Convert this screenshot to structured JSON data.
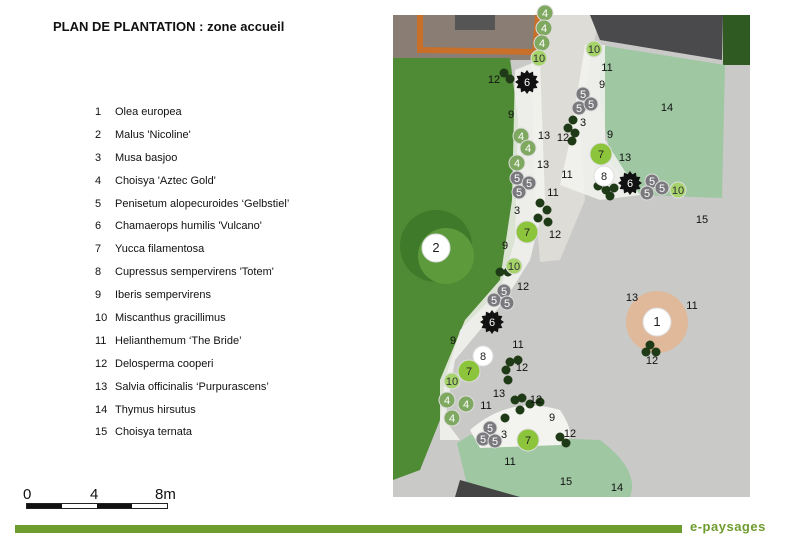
{
  "title": "PLAN DE PLANTATION : zone accueil",
  "legend": [
    {
      "num": "1",
      "name": "Olea europea"
    },
    {
      "num": "2",
      "name": "Malus 'Nicoline'"
    },
    {
      "num": "3",
      "name": "Musa basjoo"
    },
    {
      "num": "4",
      "name": "Choisya 'Aztec Gold'"
    },
    {
      "num": "5",
      "name": "Penisetum alopecuroides ‘Gelbstiel’"
    },
    {
      "num": "6",
      "name": "Chamaerops humilis 'Vulcano'"
    },
    {
      "num": "7",
      "name": "Yucca filamentosa"
    },
    {
      "num": "8",
      "name": "Cupressus sempervirens 'Totem'"
    },
    {
      "num": "9",
      "name": "Iberis sempervirens"
    },
    {
      "num": "10",
      "name": "Miscanthus gracillimus"
    },
    {
      "num": "11",
      "name": "Helianthemum ‘The Bride’"
    },
    {
      "num": "12",
      "name": "Delosperma cooperi"
    },
    {
      "num": "13",
      "name": "Salvia officinalis ‘Purpurascens’"
    },
    {
      "num": "14",
      "name": "Thymus hirsutus"
    },
    {
      "num": "15",
      "name": "Choisya ternata"
    }
  ],
  "scale": {
    "labels": [
      "0",
      "4",
      "8m"
    ]
  },
  "brand": "e-paysages",
  "plan_labels": [
    "4",
    "4",
    "4",
    "10",
    "12",
    "6",
    "9",
    "4",
    "13",
    "4",
    "4",
    "13",
    "5",
    "5",
    "5",
    "11",
    "3",
    "7",
    "12",
    "9",
    "10",
    "11",
    "9",
    "5",
    "5",
    "5",
    "3",
    "12",
    "9",
    "7",
    "13",
    "11",
    "8",
    "6",
    "5",
    "5",
    "5",
    "10",
    "15",
    "14",
    "2",
    "10",
    "12",
    "5",
    "5",
    "5",
    "6",
    "9",
    "11",
    "8",
    "12",
    "7",
    "10",
    "13",
    "4",
    "4",
    "4",
    "11",
    "12",
    "9",
    "5",
    "5",
    "5",
    "3",
    "7",
    "12",
    "11",
    "15",
    "14",
    "1",
    "13",
    "11",
    "12"
  ],
  "colors": {
    "lawn": "#4f8a34",
    "thyme": "#9ec7a2",
    "paving": "#c9c9c7",
    "brand_green": "#6f9c2f"
  }
}
